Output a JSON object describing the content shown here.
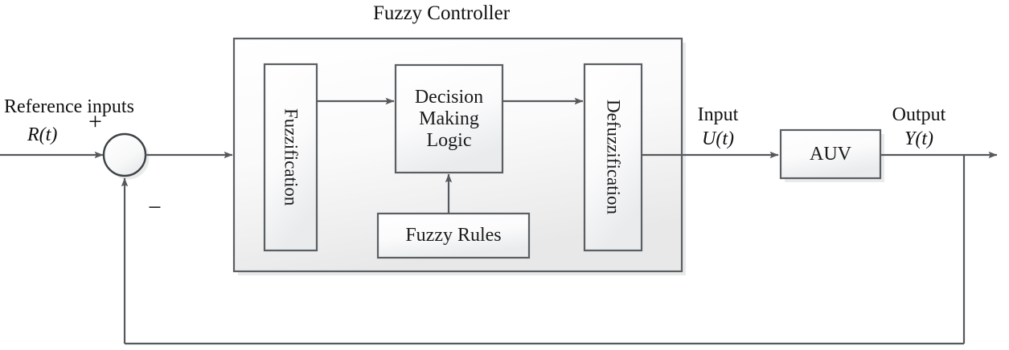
{
  "diagram": {
    "title": "Fuzzy Controller",
    "type": "control-system-block-diagram",
    "theme": {
      "line_color": "#555a5e",
      "box_border": "#5a5f63",
      "box_fill_top": "#ffffff",
      "box_fill_bottom": "#eef0f1",
      "panel_fill_top": "#ffffff",
      "panel_fill_bottom": "#ececec",
      "text_color": "#101010",
      "shadow_color": "#d9dadb",
      "background": "#ffffff"
    }
  },
  "labels": {
    "reference_inputs": "Reference inputs",
    "reference_signal": "R(t)",
    "plus_sign": "+",
    "minus_sign": "−",
    "input_label": "Input",
    "input_signal": "U(t)",
    "output_label": "Output",
    "output_signal": "Y(t)"
  },
  "blocks": [
    {
      "id": "fuzzification",
      "label": "Fuzzification",
      "orientation": "vertical"
    },
    {
      "id": "decision-making-logic",
      "label": "Decision\nMaking\nLogic",
      "line1": "Decision",
      "line2": "Making",
      "line3": "Logic",
      "orientation": "horizontal"
    },
    {
      "id": "defuzzification",
      "label": "Defuzzification",
      "orientation": "vertical"
    },
    {
      "id": "fuzzy-rules",
      "label": "Fuzzy Rules",
      "orientation": "horizontal"
    },
    {
      "id": "auv",
      "label": "AUV",
      "orientation": "horizontal"
    }
  ],
  "connections": [
    {
      "from": "reference-input",
      "to": "summing-junction",
      "sign": "+"
    },
    {
      "from": "summing-junction",
      "to": "fuzzy-controller"
    },
    {
      "from": "fuzzification",
      "to": "decision-making-logic"
    },
    {
      "from": "decision-making-logic",
      "to": "defuzzification"
    },
    {
      "from": "fuzzy-rules",
      "to": "decision-making-logic"
    },
    {
      "from": "defuzzification",
      "to": "auv",
      "signal": "U(t)"
    },
    {
      "from": "auv",
      "to": "output",
      "signal": "Y(t)"
    },
    {
      "from": "output",
      "to": "summing-junction",
      "sign": "−",
      "path": "feedback"
    }
  ]
}
